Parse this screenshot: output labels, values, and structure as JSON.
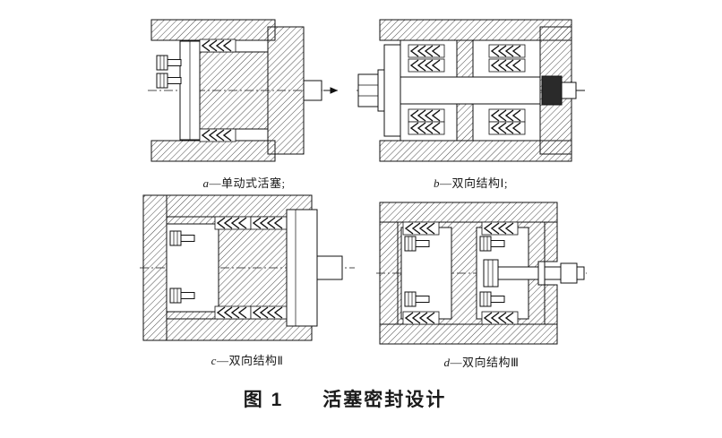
{
  "figure": {
    "title": "图 1",
    "subtitle": "活塞密封设计",
    "panels": [
      {
        "letter": "a",
        "label": "—单动式活塞;"
      },
      {
        "letter": "b",
        "label": "—双向结构Ⅰ;"
      },
      {
        "letter": "c",
        "label": "—双向结构Ⅱ"
      },
      {
        "letter": "d",
        "label": "—双向结构Ⅲ"
      }
    ]
  },
  "colors": {
    "ink": "#1a1a1a",
    "background": "#ffffff"
  }
}
